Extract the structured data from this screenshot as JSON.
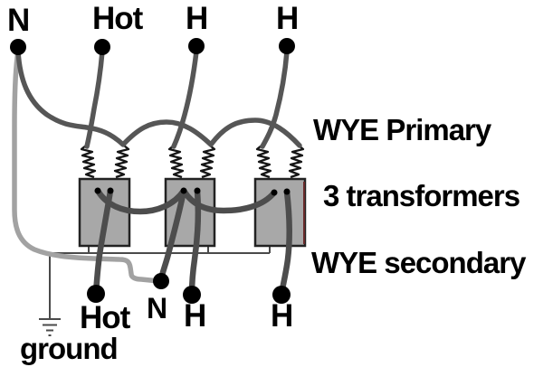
{
  "terminals": {
    "top": [
      "N",
      "Hot",
      "H",
      "H"
    ],
    "bottom": [
      "Hot",
      "N",
      "H",
      "H"
    ]
  },
  "annotations": {
    "primary": "WYE Primary",
    "transformers": "3 transformers",
    "secondary": "WYE secondary",
    "ground": "ground"
  },
  "colors": {
    "background": "#ffffff",
    "text": "#000000",
    "primary_wire": "#565656",
    "secondary_wire": "#4d4d4d",
    "neutral_wire": "#a2a2a2",
    "thin_wire": "#4a4a4a",
    "transformer_fill": "#a8a8a8",
    "transformer_outline": "#222222",
    "terminal_dot": "#000000"
  }
}
